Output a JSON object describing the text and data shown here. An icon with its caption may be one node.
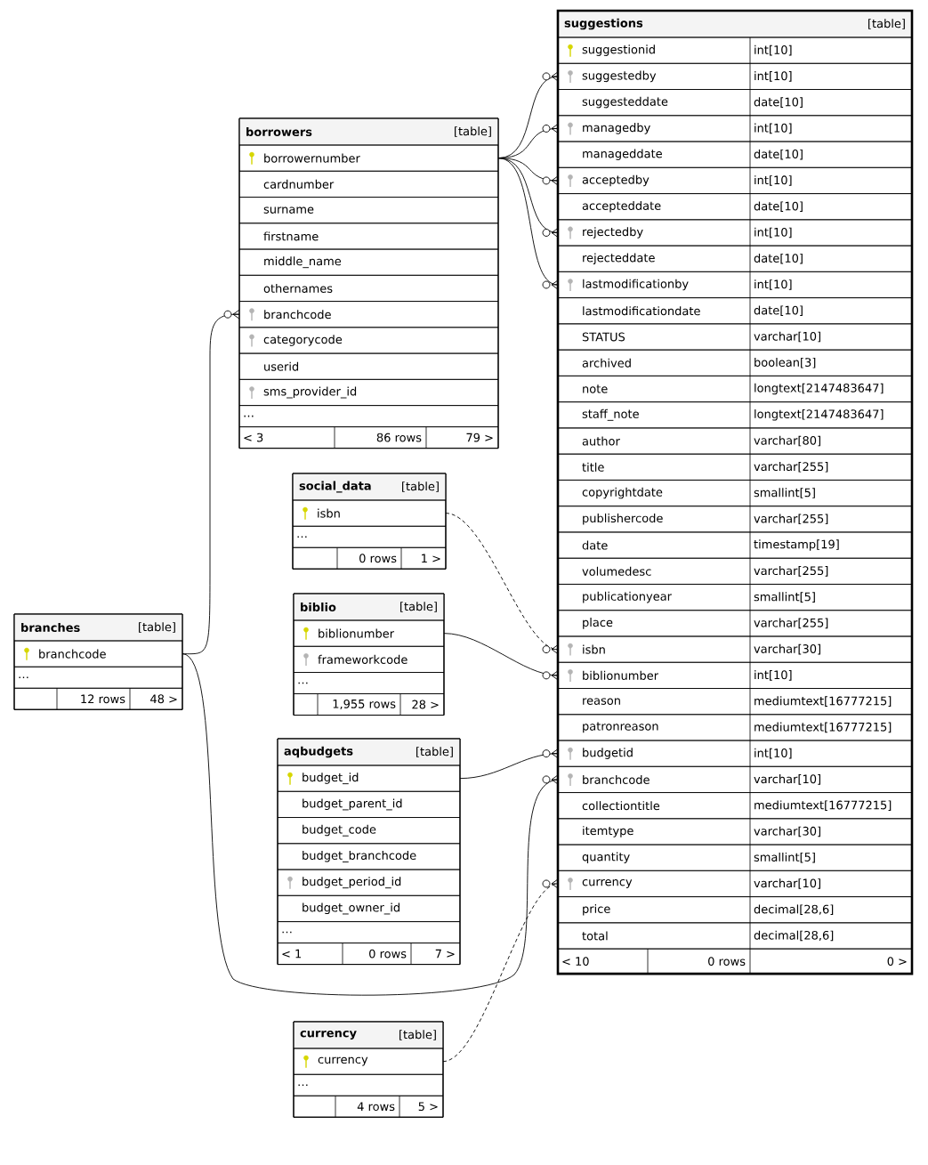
{
  "diagram": {
    "nodes": [
      {
        "text": [
          "borrowers",
          "[table]"
        ]
      },
      {
        "text": [
          "borrowernumber"
        ],
        "in": 0
      },
      {
        "text": [
          "cardnumber"
        ],
        "in": 0
      },
      {
        "text": [
          "surname"
        ],
        "in": 0
      },
      {
        "text": [
          "firstname"
        ],
        "in": 0
      },
      {
        "text": [
          "middle_name"
        ],
        "in": 0
      },
      {
        "text": [
          "othernames"
        ],
        "in": 0
      },
      {
        "text": [
          "branchcode"
        ],
        "in": 0
      },
      {
        "text": [
          "categorycode"
        ],
        "in": 0
      },
      {
        "text": [
          "userid"
        ],
        "in": 0
      },
      {
        "text": [
          "sms_provider_id"
        ],
        "in": 0
      },
      {
        "text": [
          "…"
        ],
        "in": 0
      },
      {
        "text": [
          "< 3",
          "86 rows",
          "79 >"
        ],
        "in": 0
      },
      {
        "text": [
          "social_data",
          "[table]"
        ]
      },
      {
        "text": [
          "isbn"
        ],
        "in": 13
      },
      {
        "text": [
          "…"
        ],
        "in": 13
      },
      {
        "text": [
          "0 rows",
          "1 >"
        ],
        "in": 13
      },
      {
        "text": [
          "biblio",
          "[table]"
        ]
      },
      {
        "text": [
          "biblionumber"
        ],
        "in": 17
      },
      {
        "text": [
          "frameworkcode"
        ],
        "in": 17
      },
      {
        "text": [
          "…"
        ],
        "in": 17
      },
      {
        "text": [
          "1,955 rows",
          "28 >"
        ],
        "in": 17
      },
      {
        "text": [
          "branches",
          "[table]"
        ]
      },
      {
        "text": [
          "branchcode"
        ],
        "in": 22
      },
      {
        "text": [
          "…"
        ],
        "in": 22
      },
      {
        "text": [
          "12 rows",
          "48 >"
        ],
        "in": 22
      },
      {
        "text": [
          "aqbudgets",
          "[table]"
        ]
      },
      {
        "text": [
          "budget_id"
        ],
        "in": 26
      },
      {
        "text": [
          "budget_parent_id"
        ],
        "in": 26
      },
      {
        "text": [
          "budget_code"
        ],
        "in": 26
      },
      {
        "text": [
          "budget_branchcode"
        ],
        "in": 26
      },
      {
        "text": [
          "budget_period_id"
        ],
        "in": 26
      },
      {
        "text": [
          "budget_owner_id"
        ],
        "in": 26
      },
      {
        "text": [
          "…"
        ],
        "in": 26
      },
      {
        "text": [
          "< 1",
          "0 rows",
          "7 >"
        ],
        "in": 26
      },
      {
        "text": [
          "currency",
          "[table]"
        ]
      },
      {
        "text": [
          "currency"
        ],
        "in": 35
      },
      {
        "text": [
          "…"
        ],
        "in": 35
      },
      {
        "text": [
          "4 rows",
          "5 >"
        ],
        "in": 35
      },
      {
        "text": [
          "suggestions",
          "[table]"
        ]
      },
      {
        "text": [
          "suggestionid",
          "int[10]"
        ],
        "in": 39
      },
      {
        "text": [
          "suggestedby",
          "int[10]"
        ],
        "in": 39
      },
      {
        "text": [
          "suggesteddate",
          "date[10]"
        ],
        "in": 39
      },
      {
        "text": [
          "managedby",
          "int[10]"
        ],
        "in": 39
      },
      {
        "text": [
          "manageddate",
          "date[10]"
        ],
        "in": 39
      },
      {
        "text": [
          "acceptedby",
          "int[10]"
        ],
        "in": 39
      },
      {
        "text": [
          "accepteddate",
          "date[10]"
        ],
        "in": 39
      },
      {
        "text": [
          "rejectedby",
          "int[10]"
        ],
        "in": 39
      },
      {
        "text": [
          "rejecteddate",
          "date[10]"
        ],
        "in": 39
      },
      {
        "text": [
          "lastmodificationby",
          "int[10]"
        ],
        "in": 39
      },
      {
        "text": [
          "lastmodificationdate",
          "date[10]"
        ],
        "in": 39
      },
      {
        "text": [
          "STATUS",
          "varchar[10]"
        ],
        "in": 39
      },
      {
        "text": [
          "archived",
          "boolean[3]"
        ],
        "in": 39
      },
      {
        "text": [
          "note",
          "longtext[2147483647]"
        ],
        "in": 39
      },
      {
        "text": [
          "staff_note",
          "longtext[2147483647]"
        ],
        "in": 39
      },
      {
        "text": [
          "author",
          "varchar[80]"
        ],
        "in": 39
      },
      {
        "text": [
          "title",
          "varchar[255]"
        ],
        "in": 39
      },
      {
        "text": [
          "copyrightdate",
          "smallint[5]"
        ],
        "in": 39
      },
      {
        "text": [
          "publishercode",
          "varchar[255]"
        ],
        "in": 39
      },
      {
        "text": [
          "date",
          "timestamp[19]"
        ],
        "in": 39
      },
      {
        "text": [
          "volumedesc",
          "varchar[255]"
        ],
        "in": 39
      },
      {
        "text": [
          "publicationyear",
          "smallint[5]"
        ],
        "in": 39
      },
      {
        "text": [
          "place",
          "varchar[255]"
        ],
        "in": 39
      },
      {
        "text": [
          "isbn",
          "varchar[30]"
        ],
        "in": 39
      },
      {
        "text": [
          "biblionumber",
          "int[10]"
        ],
        "in": 39
      },
      {
        "text": [
          "reason",
          "mediumtext[16777215]"
        ],
        "in": 39
      },
      {
        "text": [
          "patronreason",
          "mediumtext[16777215]"
        ],
        "in": 39
      },
      {
        "text": [
          "budgetid",
          "int[10]"
        ],
        "in": 39
      },
      {
        "text": [
          "branchcode",
          "varchar[10]"
        ],
        "in": 39
      },
      {
        "text": [
          "collectiontitle",
          "mediumtext[16777215]"
        ],
        "in": 39
      },
      {
        "text": [
          "itemtype",
          "varchar[30]"
        ],
        "in": 39
      },
      {
        "text": [
          "quantity",
          "smallint[5]"
        ],
        "in": 39
      },
      {
        "text": [
          "currency",
          "varchar[10]"
        ],
        "in": 39
      },
      {
        "text": [
          "price",
          "decimal[28,6]"
        ],
        "in": 39
      },
      {
        "text": [
          "total",
          "decimal[28,6]"
        ],
        "in": 39
      },
      {
        "text": [
          "< 10",
          "0 rows",
          "0 >"
        ],
        "in": 39
      }
    ],
    "edges": [
      {
        "from": 1,
        "to": 41,
        "arrow": "other"
      },
      {
        "from": 1,
        "to": 43,
        "arrow": "other"
      },
      {
        "from": 1,
        "to": 45,
        "arrow": "other"
      },
      {
        "from": 1,
        "to": 47,
        "arrow": "other"
      },
      {
        "from": 1,
        "to": 49,
        "arrow": "other"
      },
      {
        "from": 23,
        "to": 7,
        "arrow": "other"
      },
      {
        "from": 23,
        "to": 68,
        "arrow": "other"
      },
      {
        "from": 14,
        "to": 63,
        "arrow": "other",
        "style": "dashed"
      },
      {
        "from": 18,
        "to": 64,
        "arrow": "other"
      },
      {
        "from": 27,
        "to": 67,
        "arrow": "other"
      },
      {
        "from": 36,
        "to": 72,
        "arrow": "other",
        "style": "dashed"
      }
    ]
  }
}
